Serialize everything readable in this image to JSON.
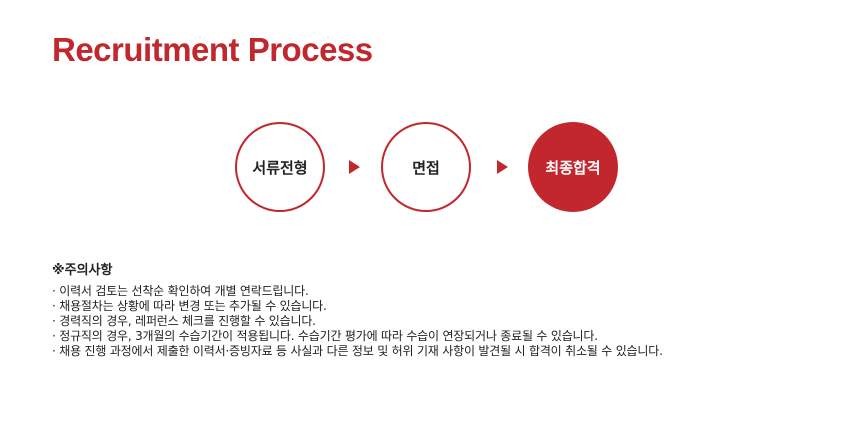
{
  "page": {
    "title": "Recruitment Process"
  },
  "colors": {
    "accent": "#c1272d",
    "text": "#222222",
    "background": "#ffffff"
  },
  "process": {
    "steps": [
      {
        "label": "서류전형",
        "style": "outline"
      },
      {
        "label": "면접",
        "style": "outline"
      },
      {
        "label": "최종합격",
        "style": "filled"
      }
    ],
    "separator_icon": "play-arrow-icon"
  },
  "notice": {
    "heading": "※주의사항",
    "items": [
      "· 이력서 검토는 선착순 확인하여 개별 연락드립니다.",
      "· 채용절차는 상황에 따라 변경 또는 추가될 수 있습니다.",
      "· 경력직의 경우, 레퍼런스 체크를 진행할 수 있습니다.",
      "· 정규직의 경우, 3개월의 수습기간이 적용됩니다. 수습기간 평가에 따라 수습이 연장되거나 종료될 수 있습니다.",
      "· 채용 진행 과정에서 제출한 이력서·증빙자료 등 사실과 다른 정보 및 허위 기재 사항이 발견될 시 합격이 취소될 수 있습니다."
    ]
  }
}
